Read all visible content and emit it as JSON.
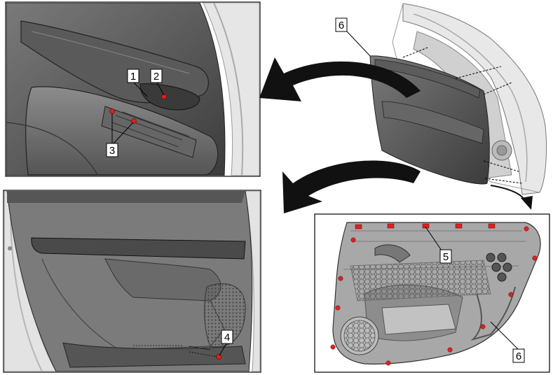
{
  "callouts": {
    "c1": "1",
    "c2": "2",
    "c3": "3",
    "c4": "4",
    "c5": "5",
    "c6a": "6",
    "c6b": "6"
  },
  "colors": {
    "trim_dark": "#4a4a4a",
    "trim_mid": "#6b6b6b",
    "trim_light": "#8a8a8a",
    "door_body": "#d9d9d9",
    "clip": "#e02020",
    "arrow": "#111111",
    "panel_back": "#9e9e9e"
  }
}
